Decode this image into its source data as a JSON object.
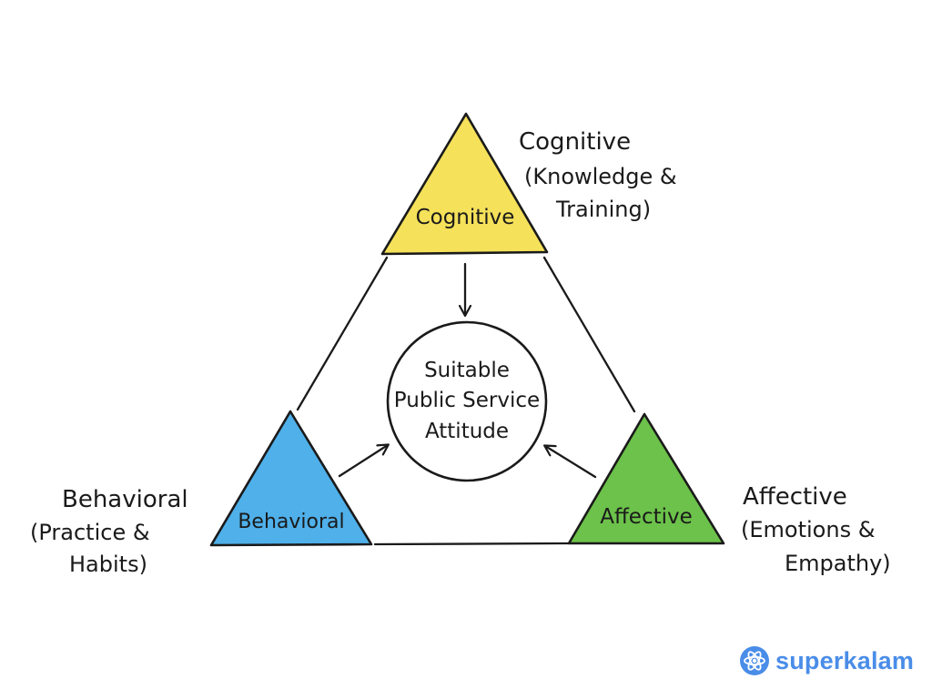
{
  "nodes": {
    "top": {
      "label": "Cognitive",
      "color": "#f5e15a",
      "desc_title": "Cognitive",
      "desc_line1": "(Knowledge &",
      "desc_line2": "Training)"
    },
    "left": {
      "label": "Behavioral",
      "color": "#4fb0ea",
      "desc_title": "Behavioral",
      "desc_line1": "(Practice &",
      "desc_line2": "Habits)"
    },
    "right": {
      "label": "Affective",
      "color": "#6cc24a",
      "desc_title": "Affective",
      "desc_line1": "(Emotions &",
      "desc_line2": "Empathy)"
    }
  },
  "center": {
    "line1": "Suitable",
    "line2": "Public Service",
    "line3": "Attitude"
  },
  "brand": {
    "name": "superkalam",
    "color": "#4a8de8"
  }
}
